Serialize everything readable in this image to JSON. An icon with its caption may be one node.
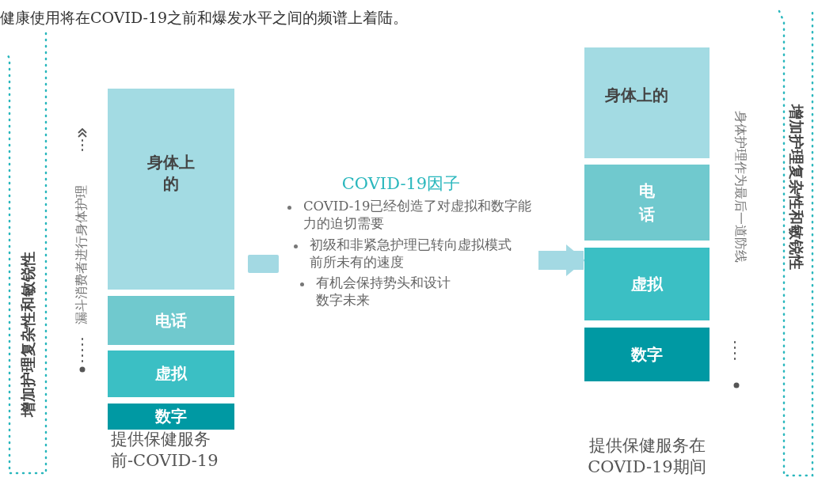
{
  "diagram": {
    "nodes": [
      {
        "text": [
          "增加护理复杂性和敏锐性"
        ]
      },
      {
        "text": [
          "身体上的"
        ]
      },
      {
        "text": [
          "电话"
        ]
      },
      {
        "text": [
          "虚拟"
        ]
      },
      {
        "text": [
          "数字"
        ]
      },
      {
        "text": [
          "COVID-19因子",
          "COVID-19已经创造了对虚拟和数字能力的迫切需要",
          "初级和非紧急护理已转向虚拟模式前所未有的速度",
          "有机会保持势头和设计数字未来"
        ]
      },
      {
        "text": [
          "身体上的"
        ]
      },
      {
        "text": [
          "电话"
        ]
      },
      {
        "text": [
          "虚拟"
        ]
      },
      {
        "text": [
          "数字"
        ]
      },
      {
        "text": [
          "增加护理复杂性和敏锐性"
        ]
      }
    ],
    "edges": [
      {
        "from": 5,
        "to": 8,
        "arrow": "to"
      }
    ],
    "labels": [
      "健康使用将在COVID-19之前和爆发水平之间的频谱上着陆。",
      "漏斗消费者进行身体护理",
      "身体护理作为最后一道防线",
      "提供保健服务前-COVID-19",
      "提供保健服务在COVID-19期间"
    ]
  }
}
